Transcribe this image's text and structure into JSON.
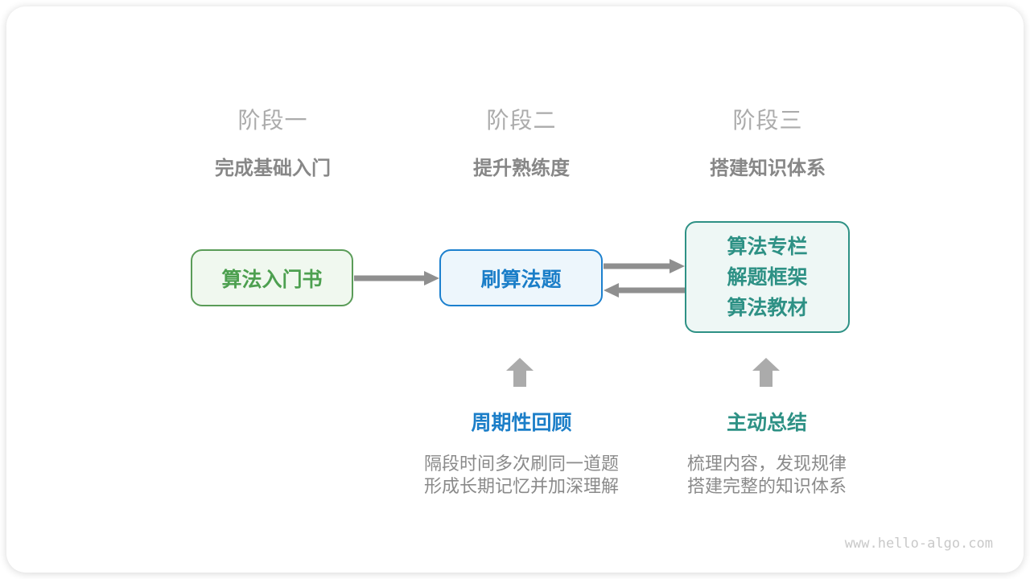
{
  "page": {
    "watermark": "www.hello-algo.com"
  },
  "stages": [
    {
      "title": "阶段一",
      "subtitle": "完成基础入门"
    },
    {
      "title": "阶段二",
      "subtitle": "提升熟练度"
    },
    {
      "title": "阶段三",
      "subtitle": "搭建知识体系"
    }
  ],
  "nodes": {
    "intro_book": {
      "label": "算法入门书",
      "text_color": "#4da050",
      "border_color": "#5a9c58",
      "bg_color": "#f0f8ef"
    },
    "practice": {
      "label": "刷算法题",
      "text_color": "#1b7ec8",
      "border_color": "#1c80ce",
      "bg_color": "#edf6fc"
    },
    "resources": {
      "lines": [
        "算法专栏",
        "解题框架",
        "算法教材"
      ],
      "text_color": "#2e9185",
      "border_color": "#2e9185",
      "bg_color": "#eef7f5"
    }
  },
  "annotations": [
    {
      "title": "周期性回顾",
      "title_color": "#1b7ec8",
      "desc_lines": [
        "隔段时间多次刷同一道题",
        "形成长期记忆并加深理解"
      ]
    },
    {
      "title": "主动总结",
      "title_color": "#2e9185",
      "desc_lines": [
        "梳理内容，发现规律",
        "搭建完整的知识体系"
      ]
    }
  ],
  "icons": {
    "flow-arrow-right-icon": "→",
    "flow-arrow-left-icon": "←",
    "up-block-arrow-icon": "⬆"
  },
  "colors": {
    "flow_arrow": "#8f8f8f",
    "up_arrow": "#ababab",
    "stage_title": "#ababab",
    "stage_subtitle": "#878787",
    "description_text": "#8a8a8a",
    "watermark": "#c9c9c9",
    "card_bg": "#ffffff"
  }
}
